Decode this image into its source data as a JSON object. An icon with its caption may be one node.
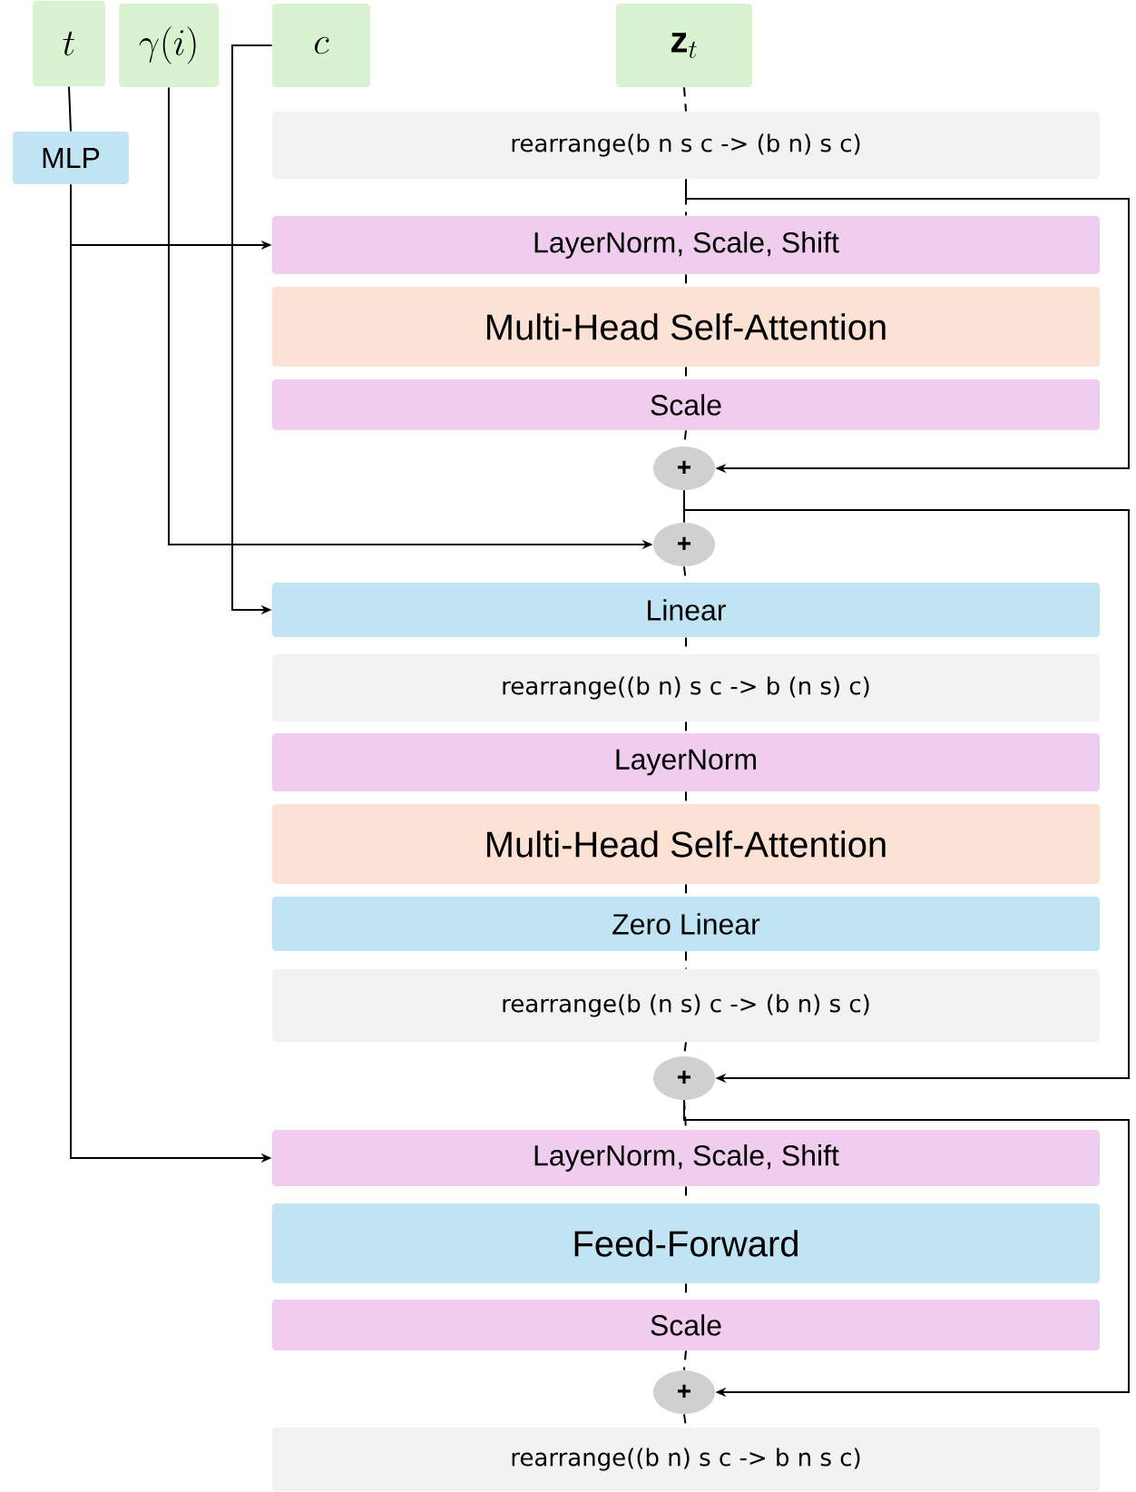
{
  "diagram": {
    "nodes": [
      {
        "text": [
          "t"
        ]
      },
      {
        "text": [
          "\\gamma(i)"
        ]
      },
      {
        "text": [
          "c"
        ]
      },
      {
        "text": [
          "\\mathbf{z}_t"
        ]
      },
      {
        "text": [
          "MLP"
        ]
      },
      {
        "text": [
          "rearrange(b n s c -> (b n) s c)"
        ]
      },
      {
        "text": [
          "LayerNorm, Scale, Shift"
        ]
      },
      {
        "text": [
          "Multi-Head Self-Attention"
        ]
      },
      {
        "text": [
          "Scale"
        ]
      },
      {
        "text": [
          "+"
        ]
      },
      {
        "text": [
          "+"
        ]
      },
      {
        "text": [
          "Linear"
        ]
      },
      {
        "text": [
          "rearrange((b n) s c -> b (n s) c)"
        ]
      },
      {
        "text": [
          "LayerNorm"
        ]
      },
      {
        "text": [
          "Multi-Head Self-Attention"
        ]
      },
      {
        "text": [
          "Zero Linear"
        ]
      },
      {
        "text": [
          "rearrange(b (n s) c -> (b n) s c)"
        ]
      },
      {
        "text": [
          "+"
        ]
      },
      {
        "text": [
          "LayerNorm, Scale, Shift"
        ]
      },
      {
        "text": [
          "Feed-Forward"
        ]
      },
      {
        "text": [
          "Scale"
        ]
      },
      {
        "text": [
          "+"
        ]
      },
      {
        "text": [
          "rearrange((b n) s c -> b n s c)"
        ]
      }
    ],
    "edges": [
      {
        "from": 0,
        "to": 4,
        "arrow": "none"
      },
      {
        "from": 4,
        "to": 6,
        "arrow": "to"
      },
      {
        "from": 4,
        "to": 18,
        "arrow": "to"
      },
      {
        "from": 1,
        "to": 10,
        "arrow": "to"
      },
      {
        "from": 2,
        "to": 11,
        "arrow": "to"
      },
      {
        "from": 3,
        "to": 5,
        "arrow": "none",
        "style": "dashed"
      },
      {
        "from": 5,
        "to": 6,
        "arrow": "none",
        "style": "dashed"
      },
      {
        "from": 6,
        "to": 7,
        "arrow": "none",
        "style": "dashed"
      },
      {
        "from": 7,
        "to": 8,
        "arrow": "none",
        "style": "dashed"
      },
      {
        "from": 8,
        "to": 9,
        "arrow": "none",
        "style": "dashed"
      },
      {
        "from": 9,
        "to": 10,
        "arrow": "none"
      },
      {
        "from": 10,
        "to": 11,
        "arrow": "none",
        "style": "dashed"
      },
      {
        "from": 11,
        "to": 12,
        "arrow": "none",
        "style": "dashed"
      },
      {
        "from": 12,
        "to": 13,
        "arrow": "none",
        "style": "dashed"
      },
      {
        "from": 13,
        "to": 14,
        "arrow": "none",
        "style": "dashed"
      },
      {
        "from": 14,
        "to": 15,
        "arrow": "none",
        "style": "dashed"
      },
      {
        "from": 15,
        "to": 16,
        "arrow": "none",
        "style": "dashed"
      },
      {
        "from": 16,
        "to": 17,
        "arrow": "none",
        "style": "dashed"
      },
      {
        "from": 17,
        "to": 18,
        "arrow": "none",
        "style": "dashed"
      },
      {
        "from": 18,
        "to": 19,
        "arrow": "none",
        "style": "dashed"
      },
      {
        "from": 19,
        "to": 20,
        "arrow": "none",
        "style": "dashed"
      },
      {
        "from": 20,
        "to": 21,
        "arrow": "none",
        "style": "dashed"
      },
      {
        "from": 21,
        "to": 22,
        "arrow": "none",
        "style": "dashed"
      },
      {
        "from": 5,
        "to": 9,
        "arrow": "to"
      },
      {
        "from": 9,
        "to": 17,
        "arrow": "to"
      },
      {
        "from": 17,
        "to": 21,
        "arrow": "to"
      }
    ]
  }
}
